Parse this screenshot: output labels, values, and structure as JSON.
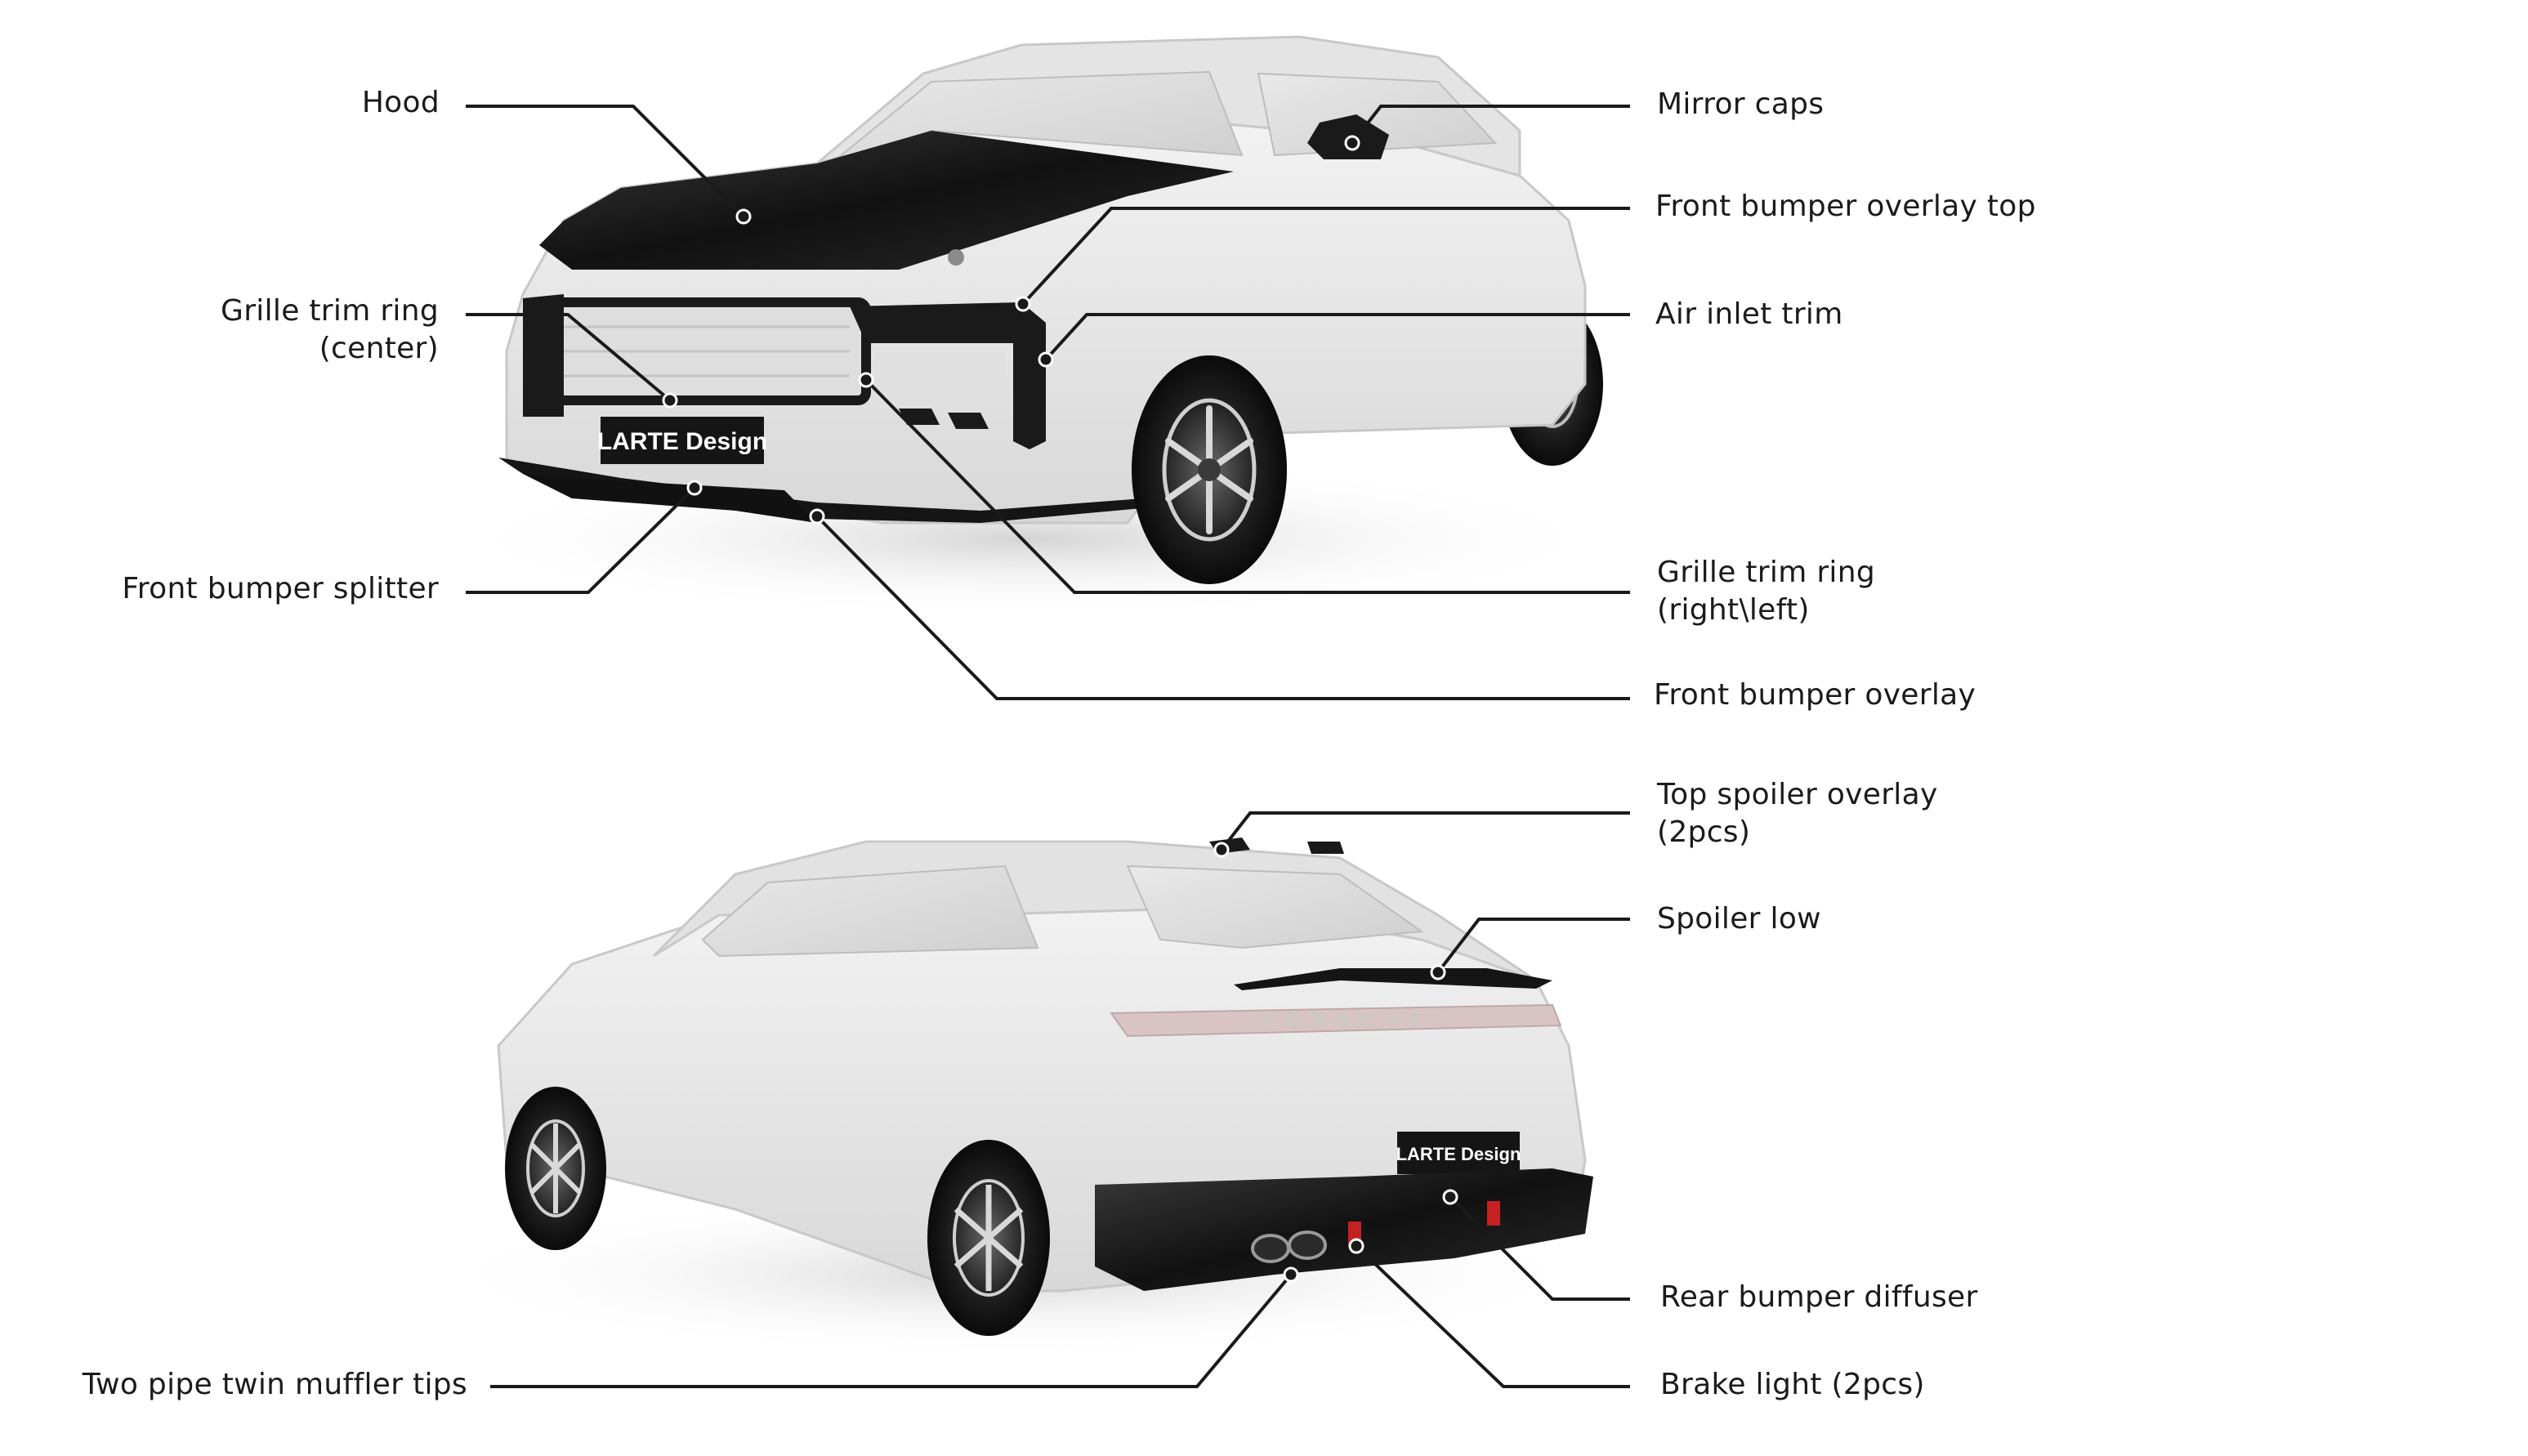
{
  "labels": {
    "hood": "Hood",
    "mirror_caps": "Mirror caps",
    "front_bumper_overlay_top": "Front bumper overlay top",
    "grille_trim_ring_center_line1": "Grille trim ring",
    "grille_trim_ring_center_line2": "(center)",
    "air_inlet_trim": "Air inlet trim",
    "front_bumper_splitter": "Front bumper splitter",
    "grille_trim_ring_rl_line1": "Grille trim ring",
    "grille_trim_ring_rl_line2": "(right\\left)",
    "front_bumper_overlay": "Front bumper overlay",
    "top_spoiler_overlay_line1": "Top spoiler overlay",
    "top_spoiler_overlay_line2": "(2pcs)",
    "spoiler_low": "Spoiler low",
    "rear_bumper_diffuser": "Rear bumper diffuser",
    "two_pipe_twin_muffler_tips": "Two pipe twin muffler tips",
    "brake_light": "Brake light (2pcs)"
  },
  "branding": {
    "plate_text": "LARTE Design",
    "rear_wordmark": "PORSCHE"
  },
  "colors": {
    "body": "#e6e6e6",
    "carbon": "#1c1c1c",
    "leader_line": "#1a1a1a",
    "text": "#1b1b1b"
  }
}
